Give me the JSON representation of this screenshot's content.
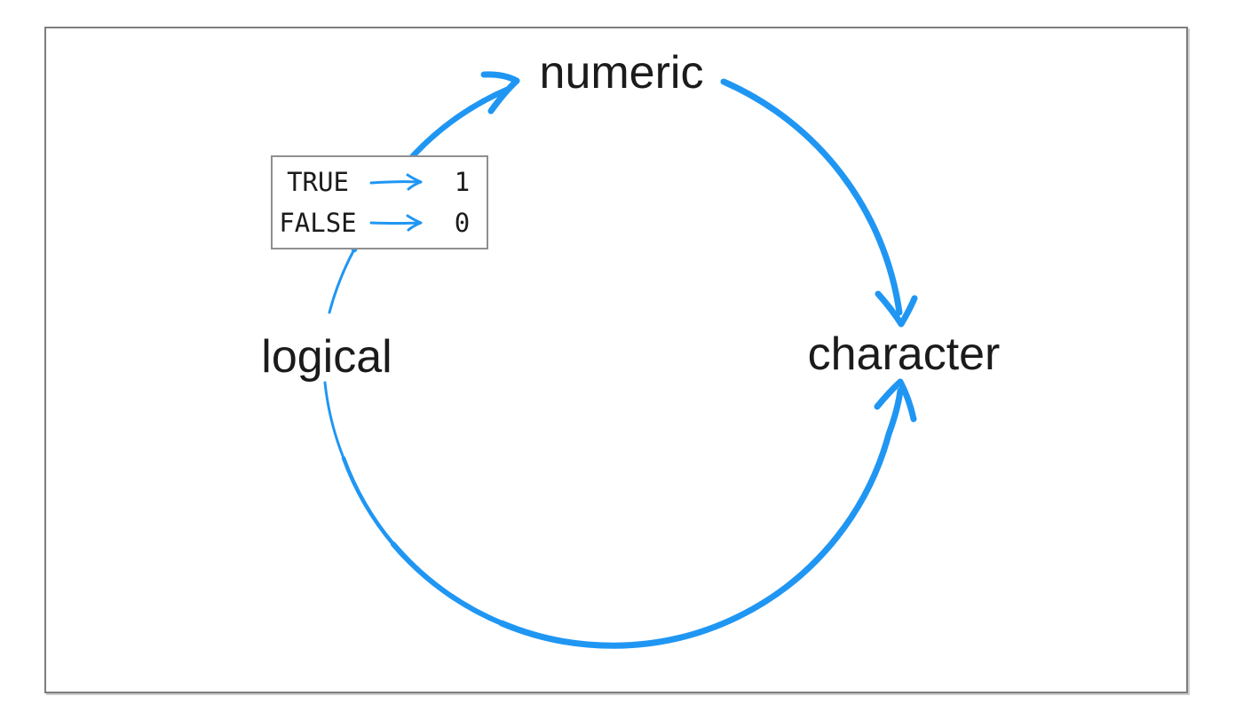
{
  "slide": {
    "background": "#ffffff",
    "frame_border_color": "#7e7e7e"
  },
  "diagram": {
    "type": "coercion-cycle",
    "accent_color": "#2096f3",
    "text_color": "#1b1b1b",
    "nodes": [
      {
        "id": "numeric",
        "label": "numeric"
      },
      {
        "id": "character",
        "label": "character"
      },
      {
        "id": "logical",
        "label": "logical"
      }
    ],
    "edges": [
      {
        "from": "logical",
        "to": "numeric"
      },
      {
        "from": "numeric",
        "to": "character"
      },
      {
        "from": "logical",
        "to": "character"
      }
    ],
    "coercion_box": {
      "border_color": "#8f8f8f",
      "rows": [
        {
          "from": "TRUE",
          "to": "1"
        },
        {
          "from": "FALSE",
          "to": "0"
        }
      ]
    }
  }
}
